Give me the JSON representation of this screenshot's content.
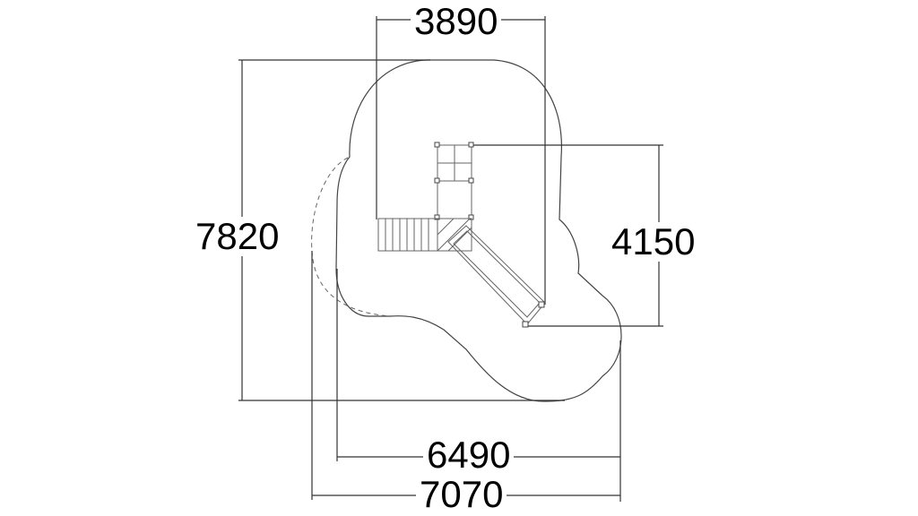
{
  "dimensions": {
    "top_width": "3890",
    "height_left": "7820",
    "height_right": "4150",
    "bottom_inner": "6490",
    "bottom_outer": "7070"
  }
}
